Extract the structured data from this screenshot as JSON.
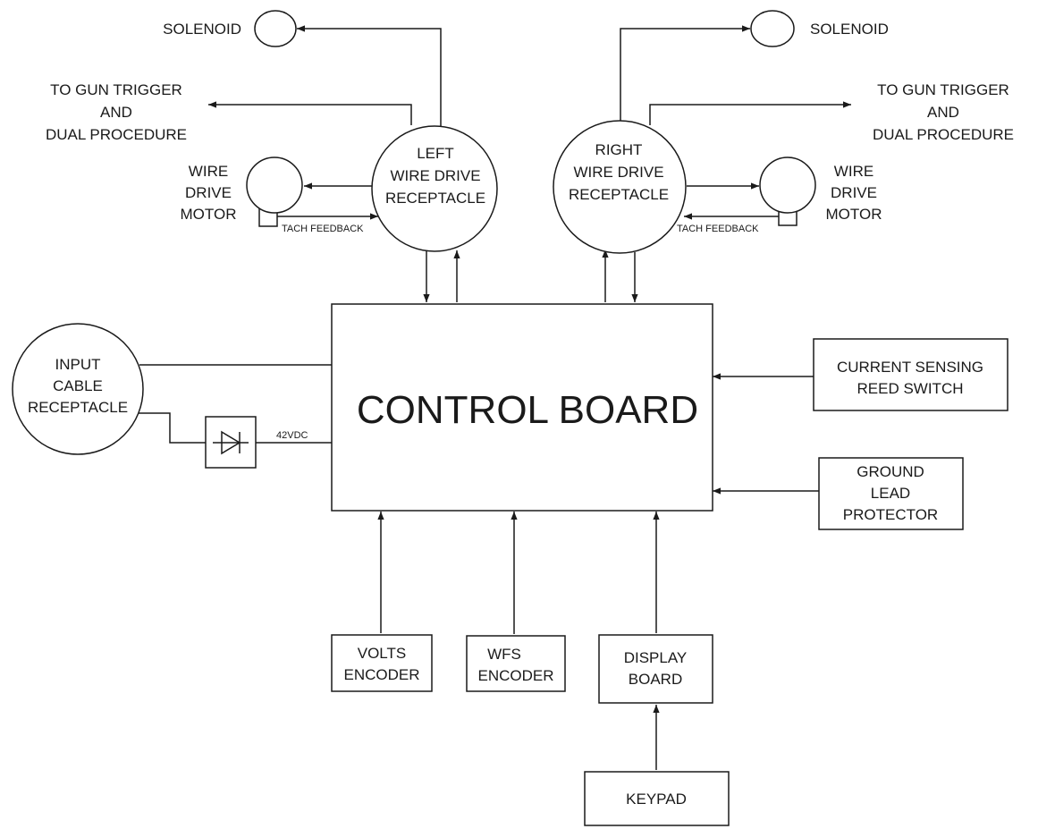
{
  "diagram": {
    "control_board": "CONTROL BOARD",
    "left_receptacle": [
      "LEFT",
      "WIRE DRIVE",
      "RECEPTACLE"
    ],
    "right_receptacle": [
      "RIGHT",
      "WIRE DRIVE",
      "RECEPTACLE"
    ],
    "input_receptacle": [
      "INPUT",
      "CABLE",
      "RECEPTACLE"
    ],
    "solenoid_left": "SOLENOID",
    "solenoid_right": "SOLENOID",
    "gun_trigger_left": [
      "TO GUN TRIGGER",
      "AND",
      "DUAL PROCEDURE"
    ],
    "gun_trigger_right": [
      "TO GUN TRIGGER",
      "AND",
      "DUAL PROCEDURE"
    ],
    "motor_left": [
      "WIRE",
      "DRIVE",
      "MOTOR"
    ],
    "motor_right": [
      "WIRE",
      "DRIVE",
      "MOTOR"
    ],
    "tach_left": "TACH FEEDBACK",
    "tach_right": "TACH FEEDBACK",
    "current_sensing": [
      "CURRENT SENSING",
      "REED SWITCH"
    ],
    "ground_lead": [
      "GROUND",
      "LEAD",
      "PROTECTOR"
    ],
    "volts_encoder": [
      "VOLTS",
      "ENCODER"
    ],
    "wfs_encoder": [
      "WFS",
      "ENCODER"
    ],
    "display_board": [
      "DISPLAY",
      "BOARD"
    ],
    "keypad": "KEYPAD",
    "voltage": "42VDC"
  }
}
